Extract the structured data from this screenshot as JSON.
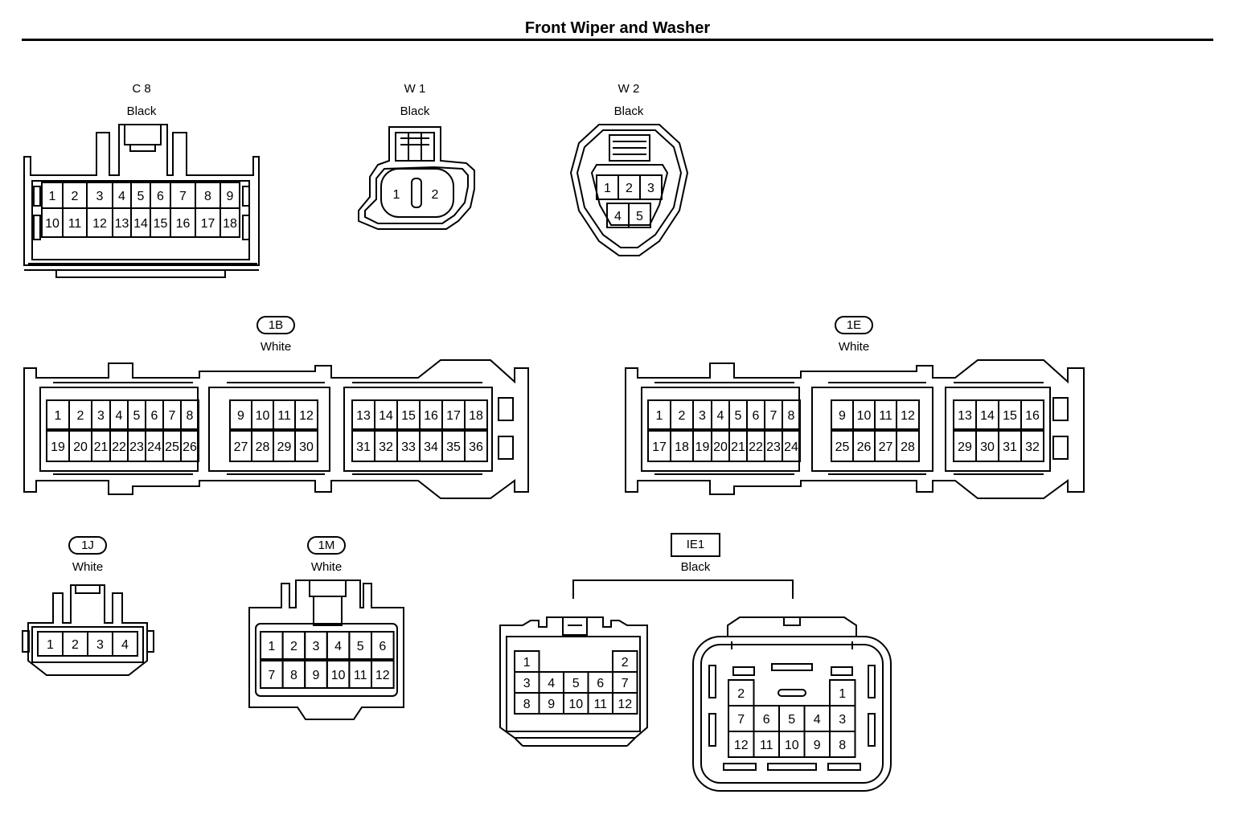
{
  "title": "Front Wiper and Washer",
  "connectors": [
    {
      "id": "C8",
      "code": "C 8",
      "color": "Black",
      "badge": "plain",
      "pins": [
        "1",
        "2",
        "3",
        "4",
        "5",
        "6",
        "7",
        "8",
        "9",
        "10",
        "11",
        "12",
        "13",
        "14",
        "15",
        "16",
        "17",
        "18"
      ]
    },
    {
      "id": "W1",
      "code": "W 1",
      "color": "Black",
      "badge": "plain",
      "pins": [
        "1",
        "2"
      ]
    },
    {
      "id": "W2",
      "code": "W 2",
      "color": "Black",
      "badge": "plain",
      "pins": [
        "1",
        "2",
        "3",
        "4",
        "5"
      ]
    },
    {
      "id": "1B",
      "code": "1B",
      "color": "White",
      "badge": "oval",
      "pins": [
        "1",
        "2",
        "3",
        "4",
        "5",
        "6",
        "7",
        "8",
        "9",
        "10",
        "11",
        "12",
        "13",
        "14",
        "15",
        "16",
        "17",
        "18",
        "19",
        "20",
        "21",
        "22",
        "23",
        "24",
        "25",
        "26",
        "27",
        "28",
        "29",
        "30",
        "31",
        "32",
        "33",
        "34",
        "35",
        "36"
      ]
    },
    {
      "id": "1E",
      "code": "1E",
      "color": "White",
      "badge": "oval",
      "pins": [
        "1",
        "2",
        "3",
        "4",
        "5",
        "6",
        "7",
        "8",
        "9",
        "10",
        "11",
        "12",
        "13",
        "14",
        "15",
        "16",
        "17",
        "18",
        "19",
        "20",
        "21",
        "22",
        "23",
        "24",
        "25",
        "26",
        "27",
        "28",
        "29",
        "30",
        "31",
        "32"
      ]
    },
    {
      "id": "1J",
      "code": "1J",
      "color": "White",
      "badge": "oval",
      "pins": [
        "1",
        "2",
        "3",
        "4"
      ]
    },
    {
      "id": "1M",
      "code": "1M",
      "color": "White",
      "badge": "oval",
      "pins": [
        "1",
        "2",
        "3",
        "4",
        "5",
        "6",
        "7",
        "8",
        "9",
        "10",
        "11",
        "12"
      ]
    },
    {
      "id": "IE1",
      "code": "IE1",
      "color": "Black",
      "badge": "box",
      "pins": [
        "1",
        "2",
        "3",
        "4",
        "5",
        "6",
        "7",
        "8",
        "9",
        "10",
        "11",
        "12"
      ]
    }
  ]
}
